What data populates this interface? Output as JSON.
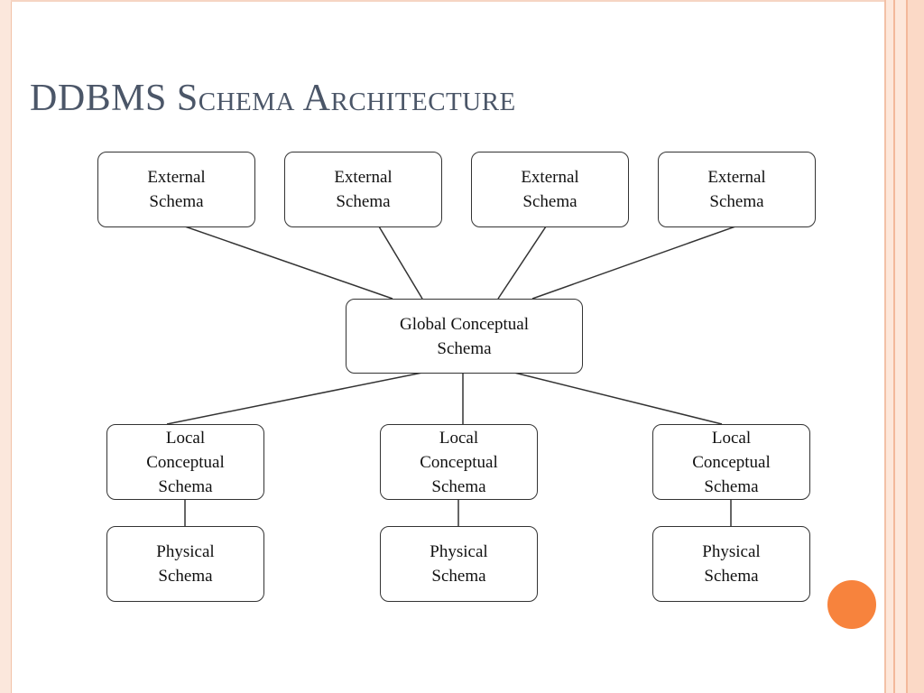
{
  "slide": {
    "title": "DDBMS Schema Architecture"
  },
  "diagram": {
    "external_schemas": [
      {
        "label": "External\nSchema"
      },
      {
        "label": "External\nSchema"
      },
      {
        "label": "External\nSchema"
      },
      {
        "label": "External\nSchema"
      }
    ],
    "global_conceptual_schema": {
      "label": "Global Conceptual\nSchema"
    },
    "local_conceptual_schemas": [
      {
        "label": "Local\nConceptual\nSchema"
      },
      {
        "label": "Local\nConceptual\nSchema"
      },
      {
        "label": "Local\nConceptual\nSchema"
      }
    ],
    "physical_schemas": [
      {
        "label": "Physical\nSchema"
      },
      {
        "label": "Physical\nSchema"
      },
      {
        "label": "Physical\nSchema"
      }
    ]
  },
  "colors": {
    "accent": "#f7833d",
    "frame": "#f3b89a",
    "title": "#4b5668"
  }
}
